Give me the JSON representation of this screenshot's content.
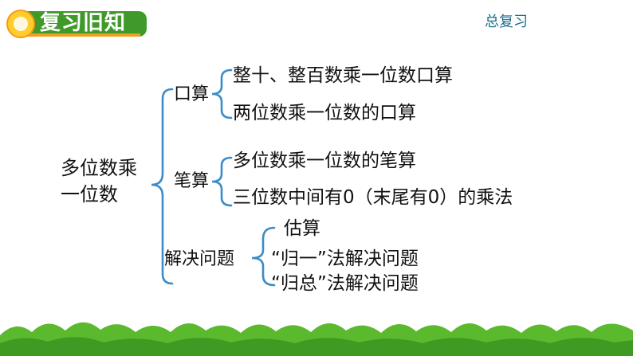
{
  "header": {
    "title": "复习旧知",
    "section": "总复习"
  },
  "diagram": {
    "root": [
      "多位数乘",
      "一位数"
    ],
    "branches": [
      {
        "label": "口算",
        "items": [
          "整十、整百数乘一位数口算",
          "两位数乘一位数的口算"
        ]
      },
      {
        "label": "笔算",
        "items": [
          "多位数乘一位数的笔算",
          "三位数中间有0（末尾有0）的乘法"
        ]
      },
      {
        "label": "解决问题",
        "items": [
          "估算",
          "“归一”法解决问题",
          "“归总”法解决问题"
        ]
      }
    ]
  },
  "colors": {
    "header_green": "#3f9a2a",
    "accent_orange": "#f1a021",
    "brace_blue": "#3b8cc8",
    "section_text": "#1b6c8f",
    "grass_green": "#5ab92d"
  }
}
